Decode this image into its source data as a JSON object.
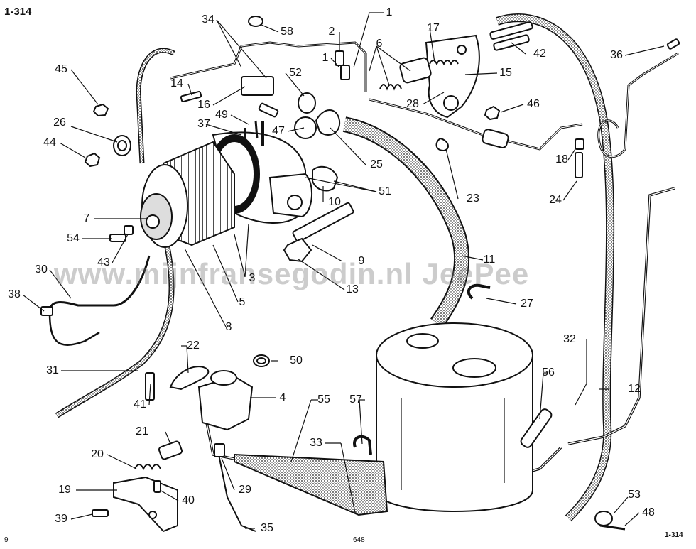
{
  "page": {
    "ref_top_left": "1-314",
    "ref_bottom_right": "1-314",
    "footer_left": "9",
    "footer_center": "648"
  },
  "watermark": "www.mijnfransegodin.nl JeePee",
  "labels": {
    "l1a": "1",
    "l1b": "1",
    "l2": "2",
    "l3": "3",
    "l4": "4",
    "l5": "5",
    "l6": "6",
    "l7": "7",
    "l8": "8",
    "l9": "9",
    "l10": "10",
    "l11": "11",
    "l12": "12",
    "l13": "13",
    "l14": "14",
    "l15": "15",
    "l16": "16",
    "l17": "17",
    "l18": "18",
    "l19": "19",
    "l20": "20",
    "l21": "21",
    "l22": "22",
    "l23": "23",
    "l24": "24",
    "l25": "25",
    "l26": "26",
    "l27": "27",
    "l28": "28",
    "l29": "29",
    "l30": "30",
    "l31": "31",
    "l32": "32",
    "l33": "33",
    "l34": "34",
    "l35": "35",
    "l36": "36",
    "l37": "37",
    "l38": "38",
    "l39": "39",
    "l40": "40",
    "l41": "41",
    "l42": "42",
    "l43": "43",
    "l44": "44",
    "l45": "45",
    "l46": "46",
    "l47": "47",
    "l48": "48",
    "l49": "49",
    "l50": "50",
    "l51": "51",
    "l52": "52",
    "l53": "53",
    "l54": "54",
    "l55": "55",
    "l56": "56",
    "l57": "57",
    "l58": "58"
  }
}
